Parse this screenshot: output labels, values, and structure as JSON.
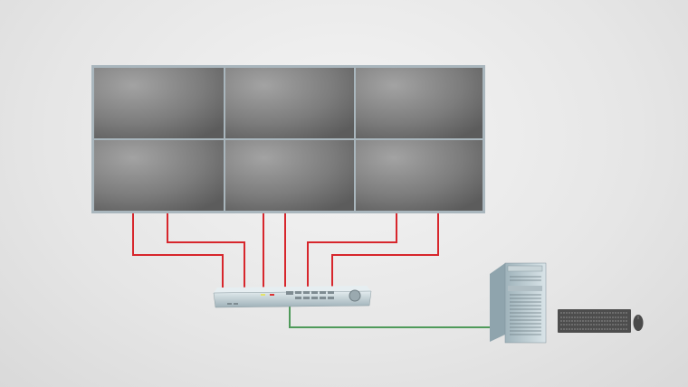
{
  "diagram": {
    "video_wall": {
      "rows": 2,
      "columns": 3
    },
    "colors": {
      "video_cable": "#d7262c",
      "pc_cable": "#4f9a5a",
      "bezel": "#a9b6bd",
      "panel": "#7a7a7a"
    },
    "nodes": [
      {
        "id": "video-wall",
        "type": "display-wall"
      },
      {
        "id": "controller",
        "type": "video-wall-controller"
      },
      {
        "id": "pc",
        "type": "tower-computer"
      },
      {
        "id": "keyboard",
        "type": "keyboard"
      },
      {
        "id": "mouse",
        "type": "mouse"
      }
    ],
    "links": [
      {
        "from": "controller",
        "to": "video-wall",
        "count": 6,
        "kind": "video"
      },
      {
        "from": "pc",
        "to": "controller",
        "count": 1,
        "kind": "control"
      }
    ]
  }
}
